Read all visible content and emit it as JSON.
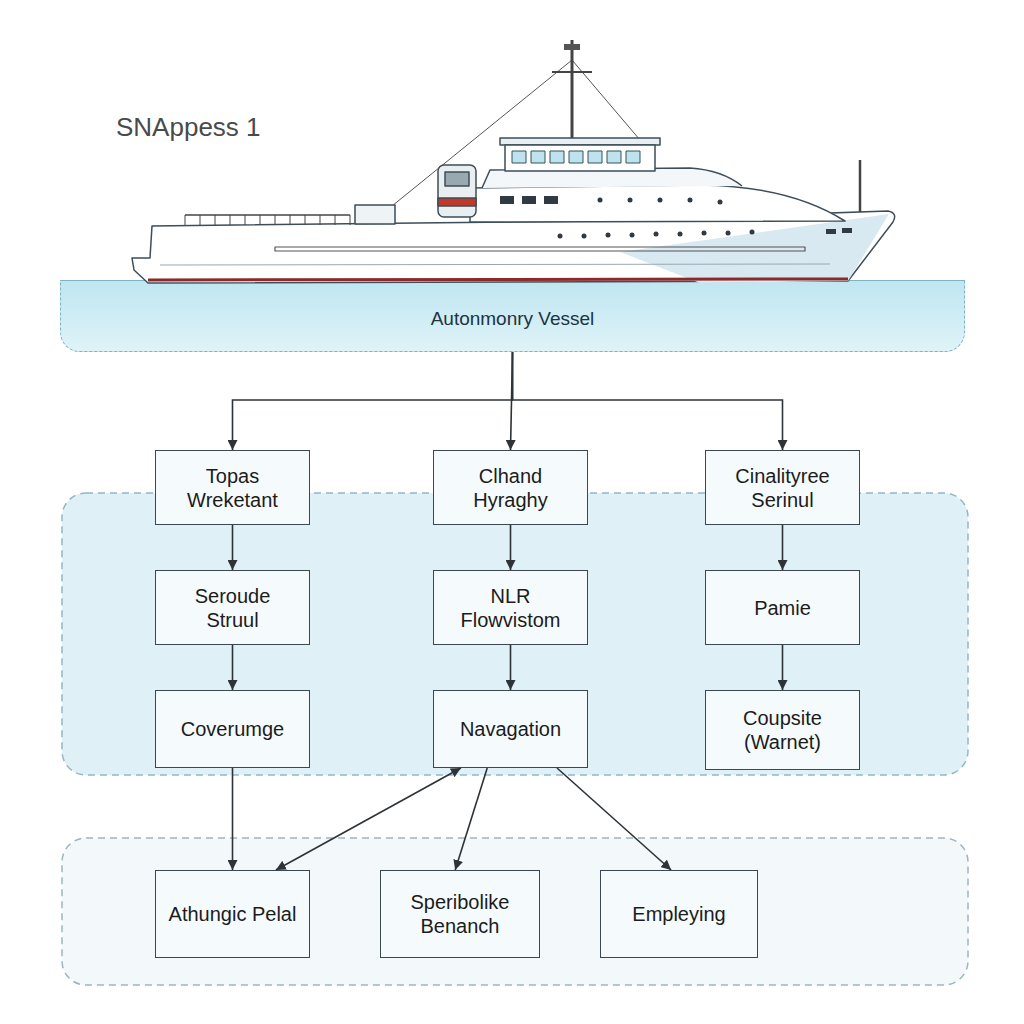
{
  "diagram": {
    "title": "SNAppess 1",
    "nodes": [
      {
        "text": [
          "Autonmonry Vessel"
        ]
      },
      {
        "text": [
          "Topas Wreketant"
        ]
      },
      {
        "text": [
          "Clhand Hyraghy"
        ]
      },
      {
        "text": [
          "Cinalityree Serinul"
        ]
      },
      {
        "text": [
          "Seroude Struul"
        ]
      },
      {
        "text": [
          "NLR Flowvistom"
        ]
      },
      {
        "text": [
          "Pamie"
        ]
      },
      {
        "text": [
          "Coverumge"
        ]
      },
      {
        "text": [
          "Navagation"
        ]
      },
      {
        "text": [
          "Coupsite (Warnet)"
        ]
      },
      {
        "text": [
          "Athungic Pelal"
        ]
      },
      {
        "text": [
          "Speribolike Benanch"
        ]
      },
      {
        "text": [
          "Empleying"
        ]
      }
    ],
    "edges": [
      {
        "from": 0,
        "to": 1,
        "arrow": "to"
      },
      {
        "from": 0,
        "to": 2,
        "arrow": "to"
      },
      {
        "from": 0,
        "to": 3,
        "arrow": "to"
      },
      {
        "from": 1,
        "to": 4,
        "arrow": "to"
      },
      {
        "from": 4,
        "to": 7,
        "arrow": "to"
      },
      {
        "from": 2,
        "to": 5,
        "arrow": "to"
      },
      {
        "from": 5,
        "to": 8,
        "arrow": "to"
      },
      {
        "from": 3,
        "to": 6,
        "arrow": "to"
      },
      {
        "from": 6,
        "to": 9,
        "arrow": "to"
      },
      {
        "from": 7,
        "to": 10,
        "arrow": "to"
      },
      {
        "from": 8,
        "to": 10,
        "arrow": "both"
      },
      {
        "from": 8,
        "to": 11,
        "arrow": "to"
      },
      {
        "from": 8,
        "to": 12,
        "arrow": "to"
      }
    ]
  }
}
